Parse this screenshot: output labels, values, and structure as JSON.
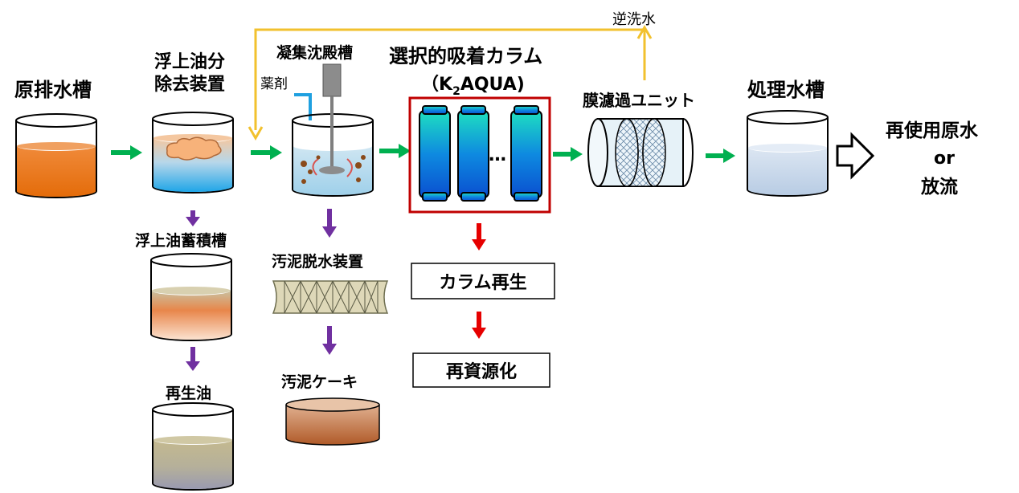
{
  "labels": {
    "raw_water_tank": "原排水槽",
    "oil_separator": [
      "浮上油分",
      "除去装置"
    ],
    "coag_tank": "凝集沈殿槽",
    "chemicals": "薬剤",
    "column_title": "選択的吸着カラム",
    "column_product_prefix": "（K",
    "column_product_sub": "2",
    "column_product_suffix": "AQUA)",
    "backwash": "逆洗水",
    "membrane": "膜濾過ユニット",
    "treated_tank": "処理水槽",
    "outlet": [
      "再使用原水",
      "or",
      "放流"
    ],
    "oil_storage": "浮上油蓄積槽",
    "recycled_oil": "再生油",
    "sludge_dewater": "汚泥脱水装置",
    "sludge_cake": "汚泥ケーキ",
    "column_regen": "カラム再生",
    "recycle": "再資源化",
    "ellipsis": "…"
  },
  "colors": {
    "flow_arrow": "#00b050",
    "backwash_line": "#f2c12e",
    "chemical_arrow": "#1fa0e0",
    "sludge_arrow": "#7030a0",
    "regen_arrow": "#e60000",
    "column_border": "#c00000"
  }
}
